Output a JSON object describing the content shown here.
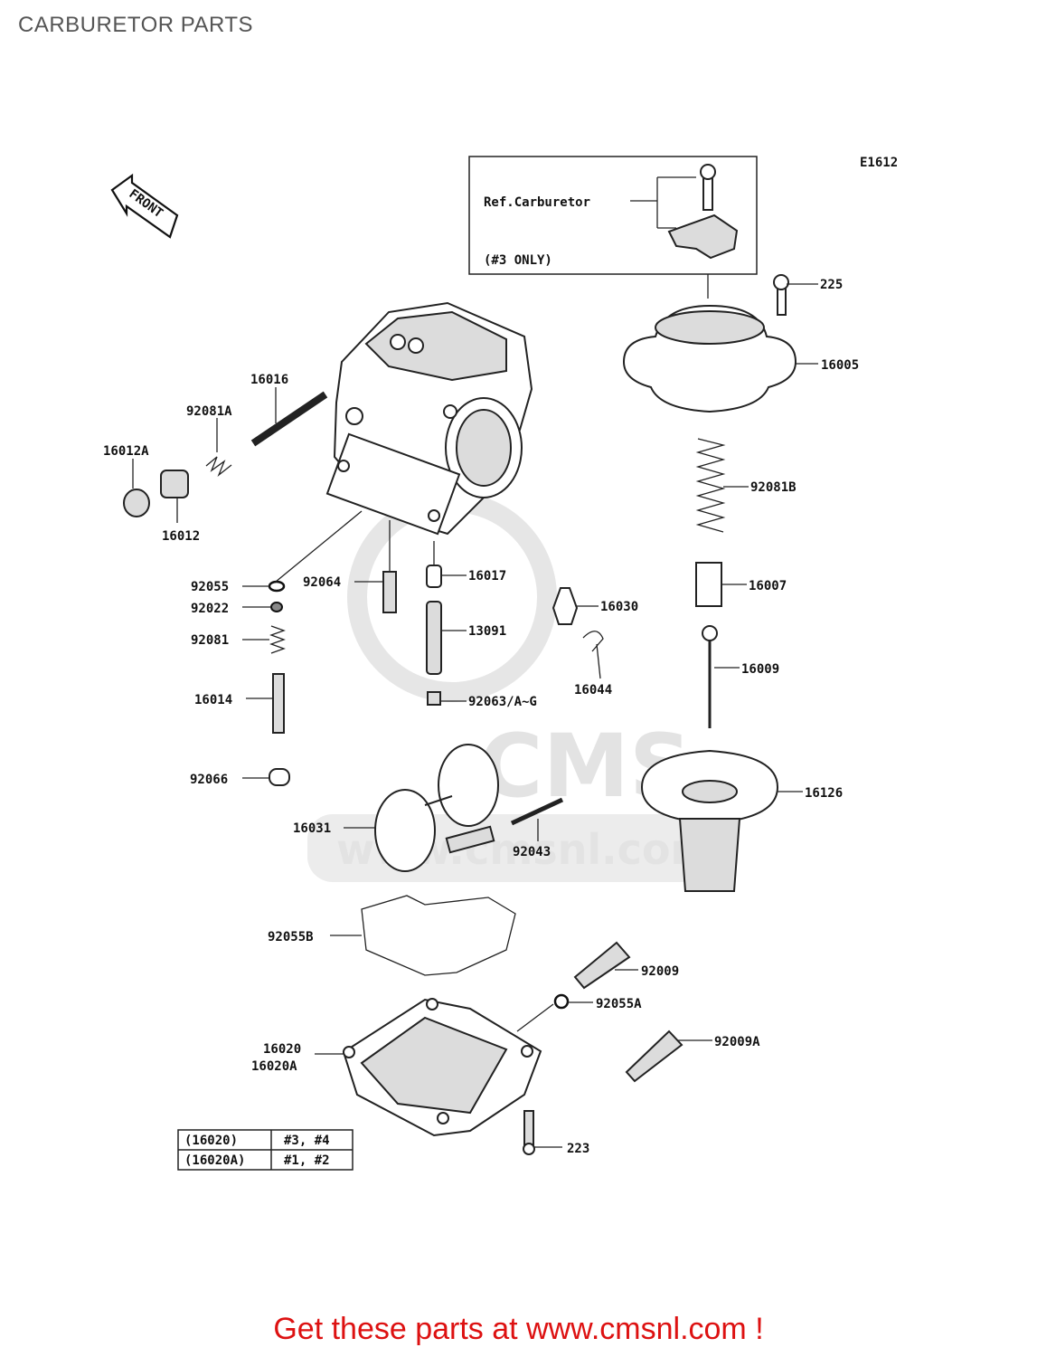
{
  "page": {
    "title": "CARBURETOR PARTS",
    "cta": "Get these parts at www.cmsnl.com !"
  },
  "diagram": {
    "code": "E1612",
    "front_arrow": "FRONT",
    "reference_box": {
      "line1": "Ref.Carburetor",
      "line2": "(#3 ONLY)"
    },
    "watermark": {
      "brand": "CMS",
      "url": "www.cmsnl.com"
    },
    "parts": {
      "p225": "225",
      "p16005": "16005",
      "p92081B": "92081B",
      "p16007": "16007",
      "p16009": "16009",
      "p16126": "16126",
      "p16016": "16016",
      "p92081A": "92081A",
      "p16012A": "16012A",
      "p16012": "16012",
      "p92055": "92055",
      "p92022": "92022",
      "p92081": "92081",
      "p16014": "16014",
      "p92066": "92066",
      "p92064": "92064",
      "p16017": "16017",
      "p13091": "13091",
      "p92063": "92063/A~G",
      "p16030": "16030",
      "p16044": "16044",
      "p16031": "16031",
      "p92043": "92043",
      "p92055B": "92055B",
      "p92009": "92009",
      "p92055A": "92055A",
      "p92009A": "92009A",
      "p16020": "16020",
      "p16020A": "16020A",
      "p223": "223"
    },
    "table": {
      "rows": [
        {
          "part": "(16020)",
          "cyl": "#3, #4"
        },
        {
          "part": "(16020A)",
          "cyl": "#1, #2"
        }
      ]
    }
  }
}
